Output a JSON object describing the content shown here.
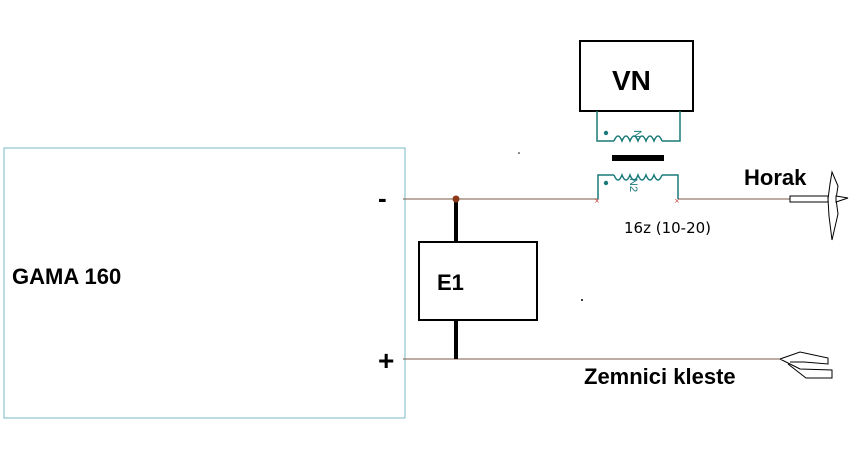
{
  "labels": {
    "gama": "GAMA 160",
    "minus": "-",
    "plus": "+",
    "e1": "E1",
    "vn": "VN",
    "coil_top": "N",
    "coil_bottom": "N2",
    "horak": "Horak",
    "zemnici": "Zemnici kleste",
    "winding": "16z (10-20)"
  },
  "colors": {
    "wire": "#7a5a4a",
    "box_gama": "#7ab8c8",
    "coil": "#1a7a7a",
    "node": "#8a3a1a",
    "core": "#000000"
  }
}
